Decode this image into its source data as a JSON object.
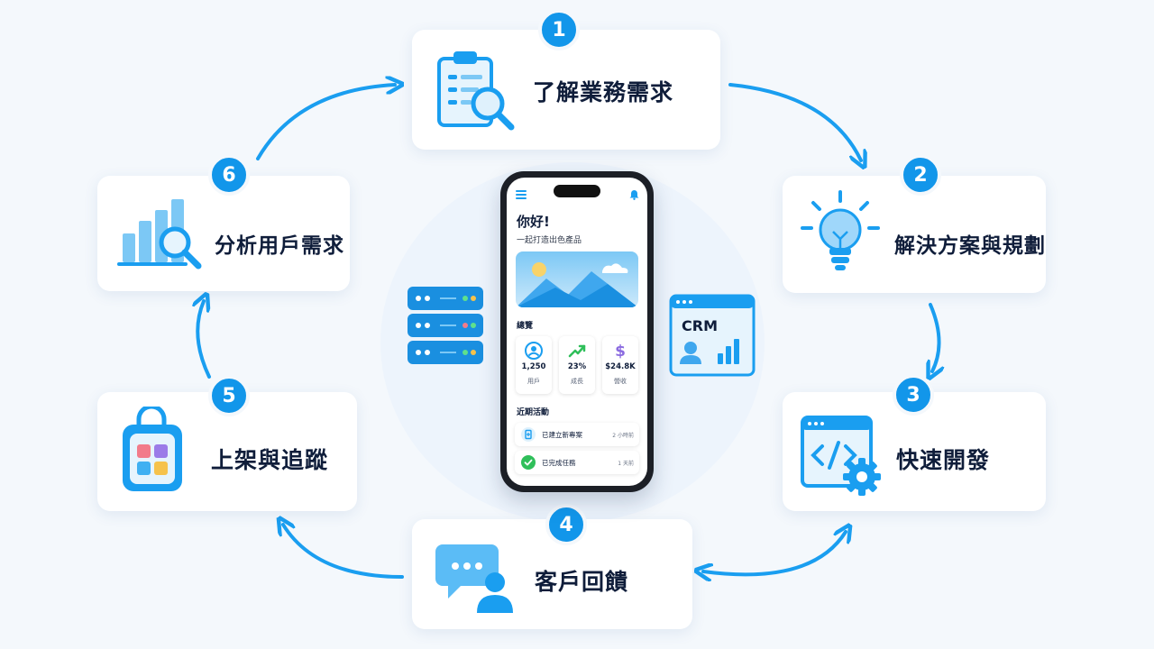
{
  "steps": [
    {
      "number": "1",
      "label": "了解業務需求"
    },
    {
      "number": "2",
      "label": "解決方案與規劃"
    },
    {
      "number": "3",
      "label": "快速開發"
    },
    {
      "number": "4",
      "label": "客戶回饋"
    },
    {
      "number": "5",
      "label": "上架與追蹤"
    },
    {
      "number": "6",
      "label": "分析用戶需求"
    }
  ],
  "phone": {
    "greeting": "你好!",
    "subtitle": "一起打造出色產品",
    "overview_title": "總覽",
    "stats": [
      {
        "value": "1,250",
        "label": "用戶"
      },
      {
        "value": "23%",
        "label": "成長"
      },
      {
        "value": "$24.8K",
        "label": "營收"
      }
    ],
    "recent_title": "近期活動",
    "activities": [
      {
        "text": "已建立新專案",
        "time": "2 小時前"
      },
      {
        "text": "已完成任務",
        "time": "1 天前"
      }
    ]
  },
  "crm_label": "CRM",
  "colors": {
    "accent": "#1296ea",
    "light_accent": "#4fb8f5",
    "card": "#ffffff",
    "background": "#f4f8fc",
    "text": "#0f1d3a"
  },
  "icons": [
    "clipboard-search-icon",
    "lightbulb-icon",
    "code-window-gear-icon",
    "chat-user-icon",
    "shopping-bag-icon",
    "bar-chart-search-icon",
    "server-stack-icon",
    "crm-window-icon"
  ]
}
